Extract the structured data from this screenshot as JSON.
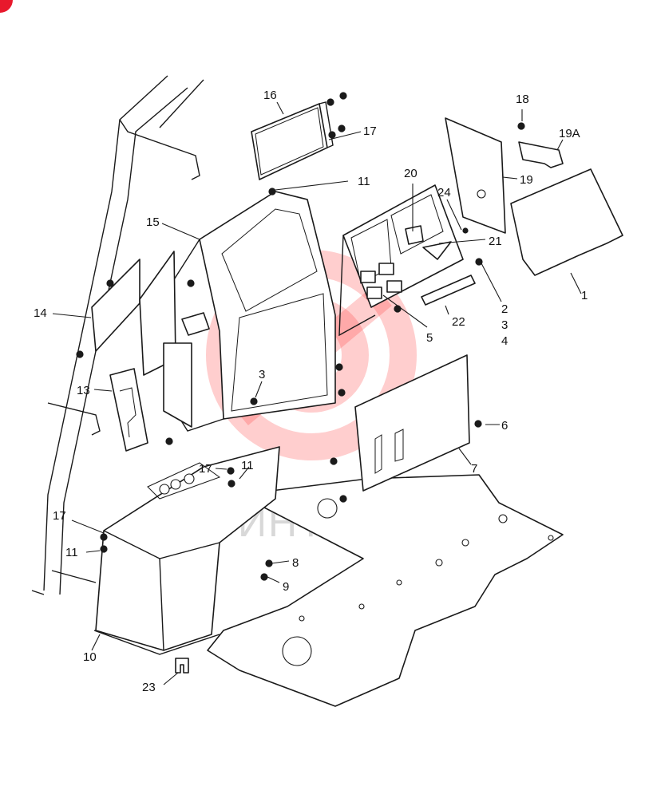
{
  "colors": {
    "line": "#1a1a1a",
    "watermark_logo": "#ff3b3b",
    "watermark_text": "#cfcfcf",
    "corner_badge": "#e8192c"
  },
  "watermark": {
    "text": "ИНТЕХ"
  },
  "callouts": {
    "c1": "1",
    "c2": "2",
    "c3a": "3",
    "c3b": "3",
    "c4": "4",
    "c5": "5",
    "c6": "6",
    "c7": "7",
    "c8": "8",
    "c9": "9",
    "c10": "10",
    "c11a": "11",
    "c11b": "11",
    "c11c": "11",
    "c13": "13",
    "c14": "14",
    "c15": "15",
    "c16": "16",
    "c17a": "17",
    "c17b": "17",
    "c17c": "17",
    "c18": "18",
    "c19": "19",
    "c19a": "19A",
    "c20": "20",
    "c21": "21",
    "c22": "22",
    "c23": "23",
    "c24": "24"
  }
}
